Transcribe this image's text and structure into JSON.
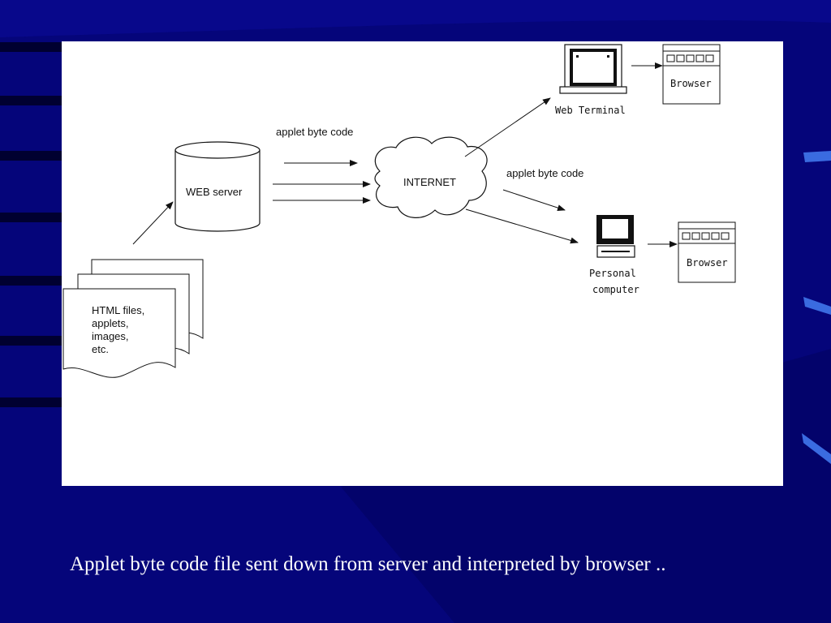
{
  "diagram": {
    "source_docs_label": [
      "HTML files,",
      "applets,",
      "images,",
      "etc."
    ],
    "web_server_label": "WEB server",
    "bytecode_label_left": "applet byte code",
    "internet_label": "INTERNET",
    "bytecode_label_right": "applet byte code",
    "web_terminal_label": "Web Terminal",
    "personal_computer_label": [
      "Personal",
      "computer"
    ],
    "browser_label_top": "Browser",
    "browser_label_bottom": "Browser"
  },
  "caption": "Applet byte code file sent down from server and interpreted by browser .."
}
